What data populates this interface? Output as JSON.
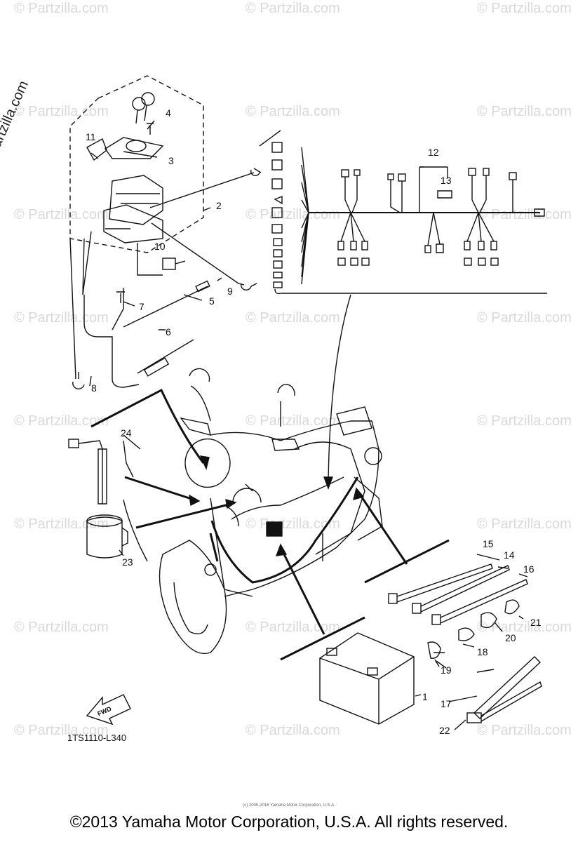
{
  "watermark": "© Partzilla.com",
  "watermark_side": "© Partzilla.com",
  "diagram_code": "1TS1110-L340",
  "fwd_label": "FWD",
  "copyright": "©2013 Yamaha Motor Corporation, U.S.A. All rights reserved.",
  "fine_print": "(c) 2005-2016 Yamaha Motor Corporation, U.S.A.",
  "callouts": [
    "1",
    "2",
    "3",
    "4",
    "5",
    "6",
    "7",
    "8",
    "9",
    "10",
    "11",
    "12",
    "13",
    "14",
    "15",
    "16",
    "17",
    "18",
    "19",
    "20",
    "21",
    "22",
    "23",
    "24"
  ]
}
